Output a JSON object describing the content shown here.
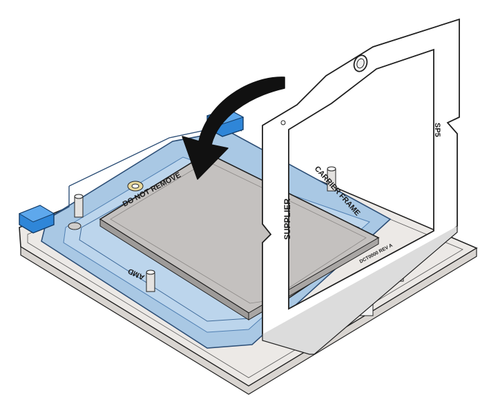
{
  "figure": {
    "labels": {
      "carrier_frame": "CARRIER FRAME",
      "do_not_remove": "DO NOT REMOVE",
      "amd": "AMD",
      "supplier": "SUPPLIER",
      "sp5": "SP5",
      "part_number": "DCT0000 REV A"
    },
    "colors": {
      "carrier_blue": "#a9c8e4",
      "carrier_edge": "#4f7fb2",
      "tab_blue": "#2f86d8",
      "chip_gray": "#c9c6c4",
      "base_plate": "#e9e6e3",
      "frame_white": "#ffffff",
      "arrow_black": "#111111"
    },
    "arrow": {
      "meaning": "rotate-down-icon"
    }
  }
}
